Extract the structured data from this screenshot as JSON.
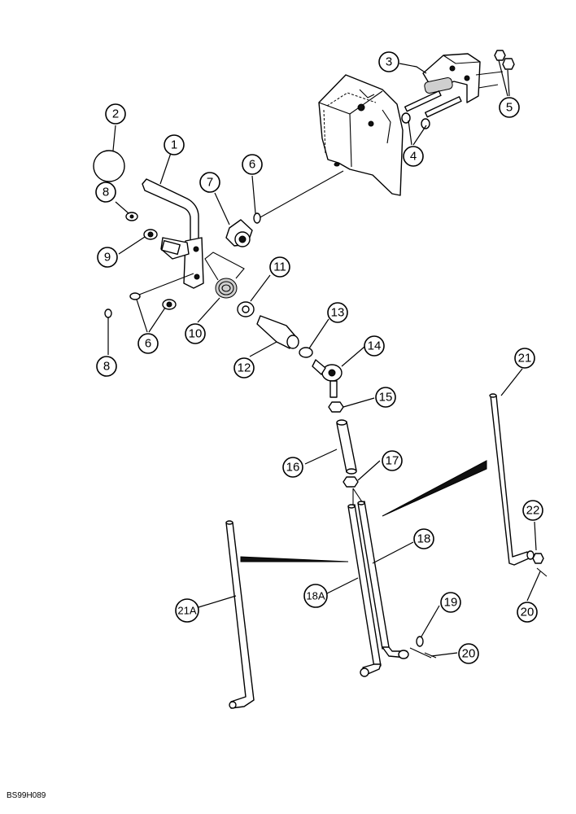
{
  "figure_code": "BS99H089",
  "callouts": {
    "c1": "1",
    "c2": "2",
    "c3": "3",
    "c4": "4",
    "c5": "5",
    "c6a": "6",
    "c6b": "6",
    "c7": "7",
    "c8a": "8",
    "c8b": "8",
    "c9": "9",
    "c10": "10",
    "c11": "11",
    "c12": "12",
    "c13": "13",
    "c14": "14",
    "c15": "15",
    "c16": "16",
    "c17": "17",
    "c18": "18",
    "c18a": "18A",
    "c19": "19",
    "c20a": "20",
    "c20b": "20",
    "c21": "21",
    "c21a": "21A",
    "c22": "22"
  }
}
